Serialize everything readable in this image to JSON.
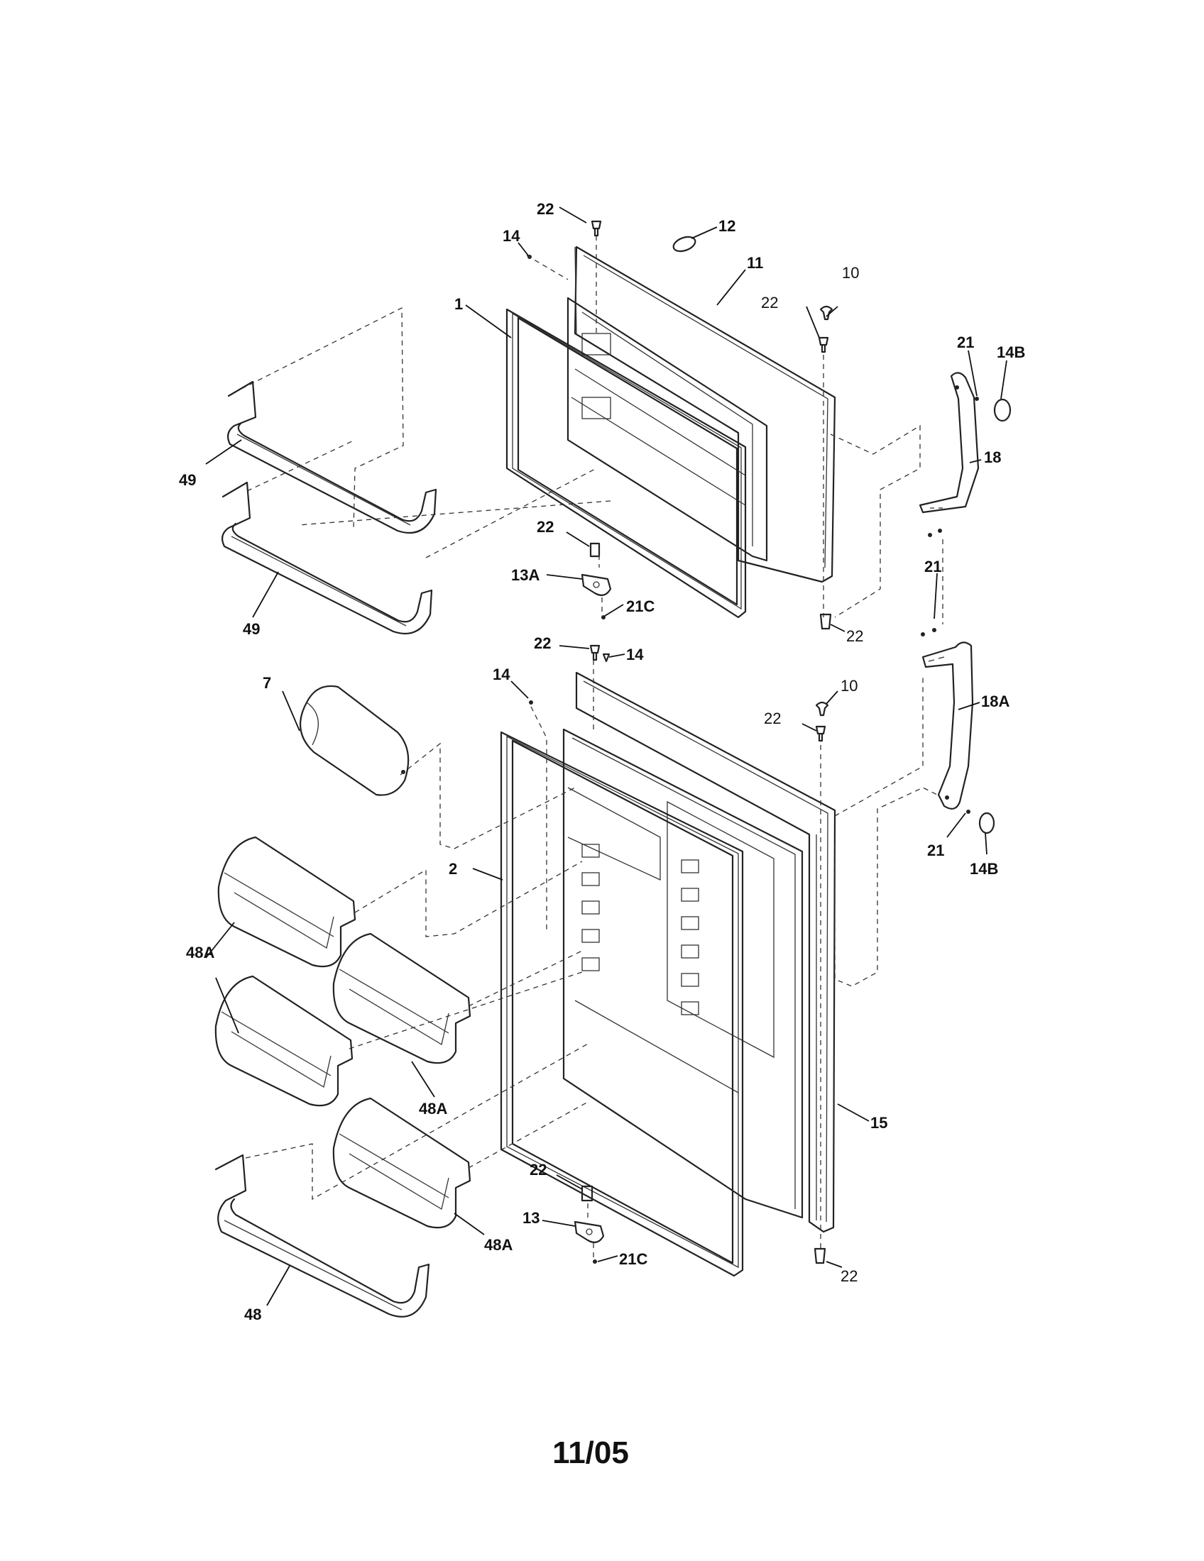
{
  "callouts": {
    "c22a": "22",
    "c12": "12",
    "c14a": "14",
    "c11": "11",
    "c10a": "10",
    "c22b": "22",
    "c1": "1",
    "c21a": "21",
    "c14Ba": "14B",
    "c18": "18",
    "c49a": "49",
    "c22c": "22",
    "c13A": "13A",
    "c21Ca": "21C",
    "c49b": "49",
    "c22d": "22",
    "c21b": "21",
    "c22e": "22",
    "c14b": "14",
    "c14c": "14",
    "c7": "7",
    "c10b": "10",
    "c22f": "22",
    "c18A": "18A",
    "c2": "2",
    "c21c": "21",
    "c14Bb": "14B",
    "c48Aa": "48A",
    "c48Ab": "48A",
    "c15": "15",
    "c22g": "22",
    "c13": "13",
    "c21Cb": "21C",
    "c48Ac": "48A",
    "c22h": "22",
    "c48": "48"
  },
  "footer": {
    "date_code": "11/05"
  }
}
